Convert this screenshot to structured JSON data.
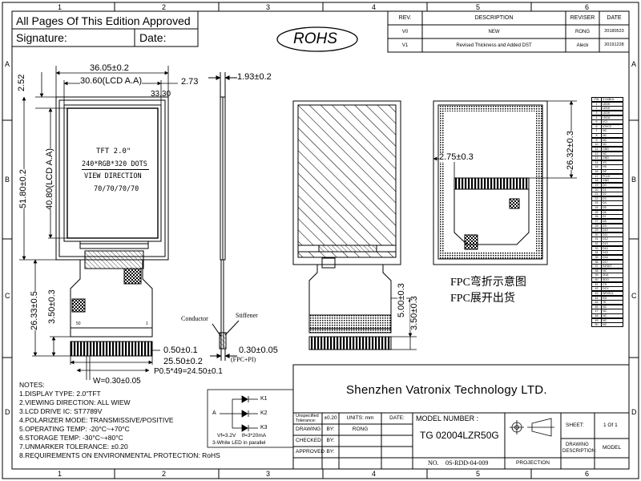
{
  "header": {
    "approval": "All Pages Of This Edition Approved",
    "signature_label": "Signature:",
    "date_label": "Date:",
    "rohs": "ROHS"
  },
  "grid": {
    "cols": [
      "1",
      "2",
      "3",
      "4",
      "5",
      "6"
    ],
    "rows": [
      "A",
      "B",
      "C",
      "D"
    ]
  },
  "revision": {
    "headers": [
      "REV.",
      "DESCRIPTION",
      "REVISER",
      "DATE"
    ],
    "rows": [
      [
        "V0",
        "NEW",
        "RONG",
        "20180523"
      ],
      [
        "V1",
        "Revised Thickness and Added DST",
        "Aleck",
        "20191228"
      ]
    ]
  },
  "front_view": {
    "dim_width": "36.05±0.2",
    "dim_aa_width": "30.60(LCD A.A)",
    "dim_right": "2.73",
    "dim_left": "2.52",
    "dim_top": "33.30",
    "dim_height": "51.80±0.2",
    "dim_aa_height": "40.80(LCD A.A)",
    "panel_line1": "TFT 2.0\"",
    "panel_line2": "240*RGB*320 DOTS",
    "panel_line3": "VIEW DIRECTION",
    "panel_line4": "70/70/70/70",
    "dim_fpc_total": "26.33±0.5",
    "dim_fpc_part": "3.50±0.3",
    "pin_left": "50",
    "pin_right": "1",
    "dim_w": "W=0.30±0.05",
    "dim_fpc_thk": "0.50±0.1",
    "dim_fpc_width": "25.50±0.2",
    "dim_pitch": "P0.5*49=24.50±0.1"
  },
  "side_view": {
    "dim_thickness": "1.93±0.2",
    "conductor": "Conductor",
    "stiffener": "Stiffener",
    "dim_stiff": "0.30±0.05",
    "fpc_pi": "(FPC+PI)"
  },
  "back_view": {
    "dim_a": "5.00±0.3",
    "dim_b": "3.50±0.3"
  },
  "fold_view": {
    "dim_x": "2.75±0.3",
    "dim_y": "26.32±0.3",
    "caption1": "FPC弯折示意图",
    "caption2": "FPC展开出货"
  },
  "pin_table": {
    "headers": [
      "PIN",
      "SYMBOL"
    ],
    "rows": [
      [
        "1",
        "LEDK"
      ],
      [
        "2",
        "LEDK"
      ],
      [
        "3",
        "LEDK"
      ],
      [
        "4",
        "LEDA"
      ],
      [
        "5",
        "VCI"
      ],
      [
        "6",
        "IOVCC"
      ],
      [
        "7",
        "NC"
      ],
      [
        "8",
        "NC"
      ],
      [
        "9",
        "NC"
      ],
      [
        "10",
        "NC"
      ],
      [
        "11",
        "GND"
      ],
      [
        "12",
        "NC"
      ],
      [
        "13",
        "GND"
      ],
      [
        "14",
        "VS"
      ],
      [
        "15",
        "HS"
      ],
      [
        "16",
        "DE"
      ],
      [
        "17",
        "PCLK"
      ],
      [
        "18",
        "GND"
      ],
      [
        "19",
        "D0"
      ],
      [
        "20",
        "D1"
      ],
      [
        "21",
        "D2"
      ],
      [
        "22",
        "D3"
      ],
      [
        "23",
        "D4"
      ],
      [
        "24",
        "D5"
      ],
      [
        "25",
        "D6"
      ],
      [
        "26",
        "D7"
      ],
      [
        "27",
        "D8"
      ],
      [
        "28",
        "D9"
      ],
      [
        "29",
        "D10"
      ],
      [
        "30",
        "D11"
      ],
      [
        "31",
        "D12"
      ],
      [
        "32",
        "D13"
      ],
      [
        "33",
        "D14"
      ],
      [
        "34",
        "D15"
      ],
      [
        "35",
        "D16"
      ],
      [
        "36",
        "D17"
      ],
      [
        "37",
        "RESET"
      ],
      [
        "38",
        "NC"
      ],
      [
        "39",
        "SDA"
      ],
      [
        "40",
        "SDO"
      ],
      [
        "41",
        "CS"
      ],
      [
        "42",
        "DCX"
      ],
      [
        "43",
        "WR/SCL"
      ],
      [
        "44",
        "RD"
      ],
      [
        "45",
        "TE"
      ],
      [
        "46",
        "NC"
      ],
      [
        "47",
        "NC"
      ],
      [
        "48",
        "NC"
      ],
      [
        "49",
        "NC"
      ],
      [
        "50",
        "NC"
      ]
    ]
  },
  "notes": {
    "title": "NOTES:",
    "items": [
      "1.DISPLAY TYPE: 2.0\"TFT",
      "2.VIEWING DIRECTION: ALL WIEW",
      "3.LCD DRIVE IC: ST7789V",
      "4.POLARIZER MODE: TRANSMISSIVE/POSITIVE",
      "5.OPERATING TEMP: -20°C~+70°C",
      "6.STORAGE TEMP: -30°C~+80°C",
      "7.UNMARKER TOLERANCE: ±0.20",
      "8.REQUIREMENTS ON ENVIRONMENTAL PROTECTION: RoHS"
    ]
  },
  "led": {
    "k1": "K1",
    "k2": "K2",
    "k3": "K3",
    "a": "A",
    "spec": "Vf=3.2V    If=3*20mA",
    "caption": "3-White LED in parallel"
  },
  "title_block": {
    "company": "Shenzhen Vatronix Technology LTD.",
    "unspecified": "Unspecified",
    "tolerance": "Tolerance:",
    "tol_value": "±0.20",
    "units_label": "UNITS: mm",
    "date_label": "DATE:",
    "model_label": "MODEL NUMBER :",
    "model_value": "TG 02004LZR50G",
    "drawing_label": "DRAWING",
    "by_label": "BY:",
    "drawing_by": "RONG",
    "checked_label": "CHECKED",
    "checked_by": "BY:",
    "approved_label": "APPROVED",
    "approved_by": "BY:",
    "no_label": "NO.",
    "no_value": "0S-RDD-04-009",
    "projection": "PROJECTION",
    "sheet_label": "SHEET:",
    "sheet_value": "1 Of 1",
    "drawing_desc1": "DRAWING",
    "drawing_desc2": "DESCRIPTION:",
    "model": "MODEL"
  }
}
